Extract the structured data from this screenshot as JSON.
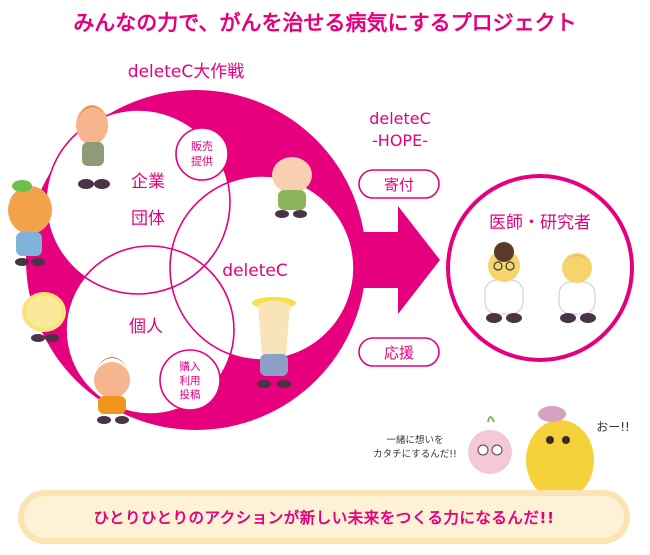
{
  "title": "みんなの力で、がんを治せる病気にするプロジェクト",
  "campaign_label": "deleteC大作戦",
  "groups": {
    "corporate": "企業\n団体",
    "corporate_line1": "企業",
    "corporate_line2": "団体",
    "corporate_actions": [
      "販売",
      "提供"
    ],
    "individual": "個人",
    "individual_actions": [
      "購入",
      "利用",
      "投稿"
    ],
    "center": "deleteC"
  },
  "hope": {
    "line1": "deleteC",
    "line2": "-HOPE-"
  },
  "flow_labels": {
    "donation": "寄付",
    "support": "応援"
  },
  "recipient": "医師・研究者",
  "speech": {
    "left_line1": "一緒に想いを",
    "left_line2": "カタチにするんだ!!",
    "right": "おー!!"
  },
  "banner": "ひとりひとりのアクションが新しい未来をつくる力になるんだ!!",
  "colors": {
    "accent": "#e6007e",
    "banner_bg": "#fdf2d6",
    "banner_border": "#fbe4b3"
  }
}
